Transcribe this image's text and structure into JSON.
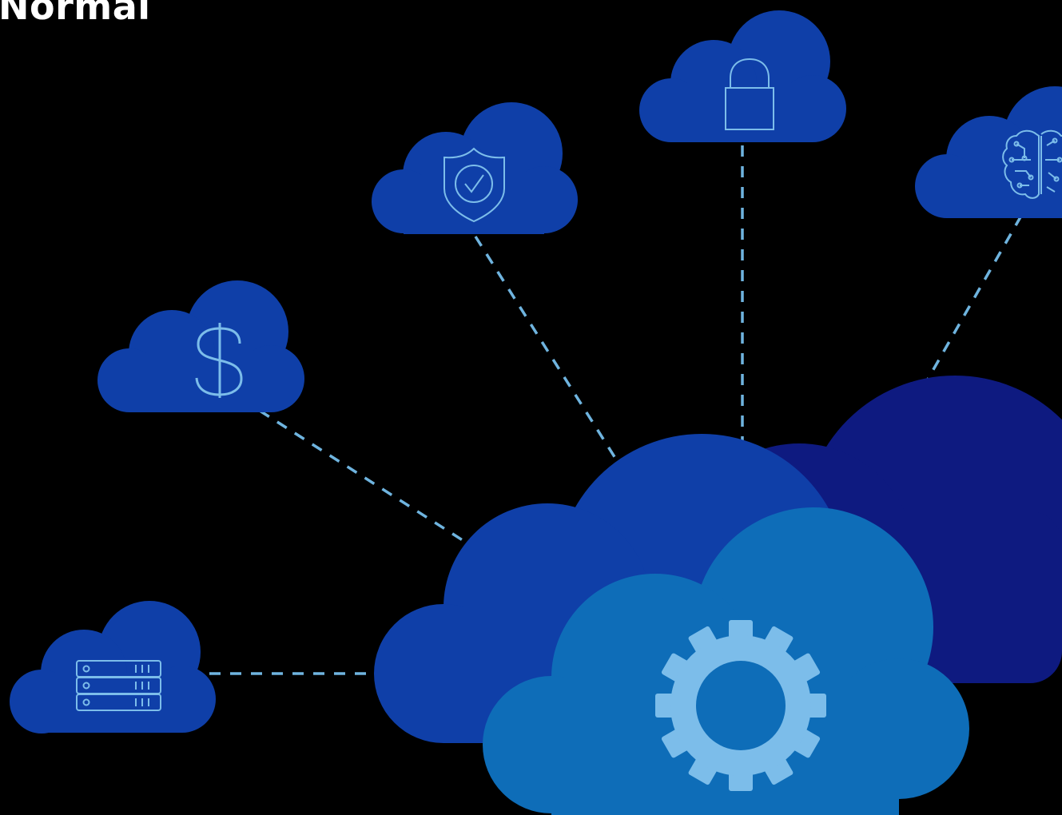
{
  "title": "Normal",
  "colors": {
    "background": "#000000",
    "title_text": "#ffffff",
    "small_cloud": "#0f3fa8",
    "hub_back_cloud": "#0e1a80",
    "hub_middle_cloud": "#0f3fa8",
    "hub_front_cloud": "#0e6db8",
    "icon_stroke": "#7cbdea",
    "gear": "#7cbdea",
    "connector": "#6fb4df"
  },
  "hub": {
    "icon": "gear-icon"
  },
  "satellites": [
    {
      "id": "storage",
      "icon": "server-icon"
    },
    {
      "id": "cost",
      "icon": "dollar-icon"
    },
    {
      "id": "security",
      "icon": "shield-check-icon"
    },
    {
      "id": "privacy",
      "icon": "padlock-icon"
    },
    {
      "id": "intelligence",
      "icon": "brain-circuit-icon"
    }
  ],
  "connections": [
    {
      "from": "hub",
      "to": "storage"
    },
    {
      "from": "hub",
      "to": "cost"
    },
    {
      "from": "hub",
      "to": "security"
    },
    {
      "from": "hub",
      "to": "privacy"
    },
    {
      "from": "hub",
      "to": "intelligence"
    }
  ]
}
